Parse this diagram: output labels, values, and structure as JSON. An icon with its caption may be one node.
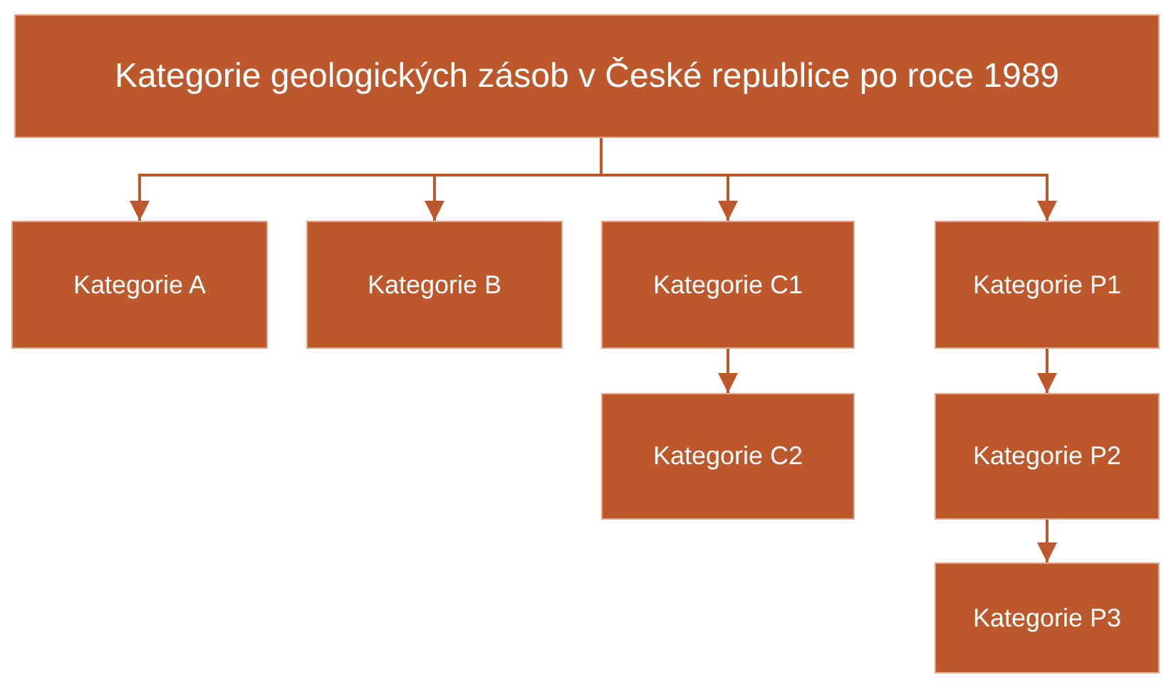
{
  "diagram": {
    "nodes": [
      {
        "text": [
          "Kategorie geologických zásob v České republice po roce 1989"
        ]
      },
      {
        "text": [
          "Kategorie A"
        ]
      },
      {
        "text": [
          "Kategorie B"
        ]
      },
      {
        "text": [
          "Kategorie C1"
        ]
      },
      {
        "text": [
          "Kategorie P1"
        ]
      },
      {
        "text": [
          "Kategorie C2"
        ]
      },
      {
        "text": [
          "Kategorie P2"
        ]
      },
      {
        "text": [
          "Kategorie P3"
        ]
      }
    ],
    "edges": [
      {
        "from": 0,
        "to": 1,
        "arrow": "to"
      },
      {
        "from": 0,
        "to": 2,
        "arrow": "to"
      },
      {
        "from": 0,
        "to": 3,
        "arrow": "to"
      },
      {
        "from": 0,
        "to": 4,
        "arrow": "to"
      },
      {
        "from": 3,
        "to": 5,
        "arrow": "to"
      },
      {
        "from": 4,
        "to": 6,
        "arrow": "to"
      },
      {
        "from": 6,
        "to": 7,
        "arrow": "to"
      }
    ]
  }
}
